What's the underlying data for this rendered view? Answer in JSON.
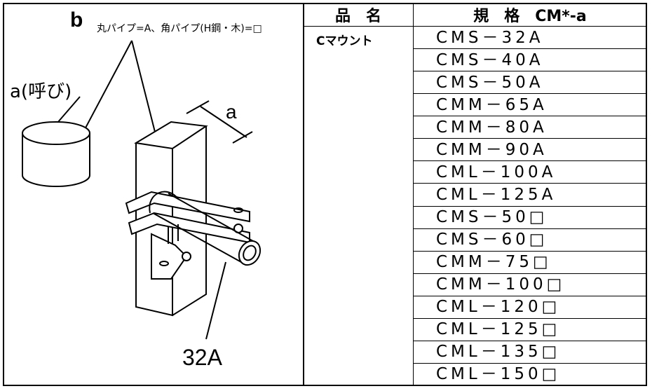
{
  "diagram": {
    "b_label": "b",
    "b_note": "丸パイプ=A、角パイプ(H鋼・木)=□",
    "a_callout": "a(呼び)",
    "a_dimension": "a",
    "example_size": "32A"
  },
  "table": {
    "headers": [
      "品　名",
      "規　格　CM*‐a"
    ],
    "product_name": "Cマウント",
    "specs": [
      "CMS－32A",
      "CMS－40A",
      "CMS－50A",
      "CMM－65A",
      "CMM－80A",
      "CMM－90A",
      "CML－100A",
      "CML－125A",
      "CMS－50□",
      "CMS－60□",
      "CMM－75□",
      "CMM－100□",
      "CML－120□",
      "CML－125□",
      "CML－135□",
      "CML－150□"
    ]
  }
}
